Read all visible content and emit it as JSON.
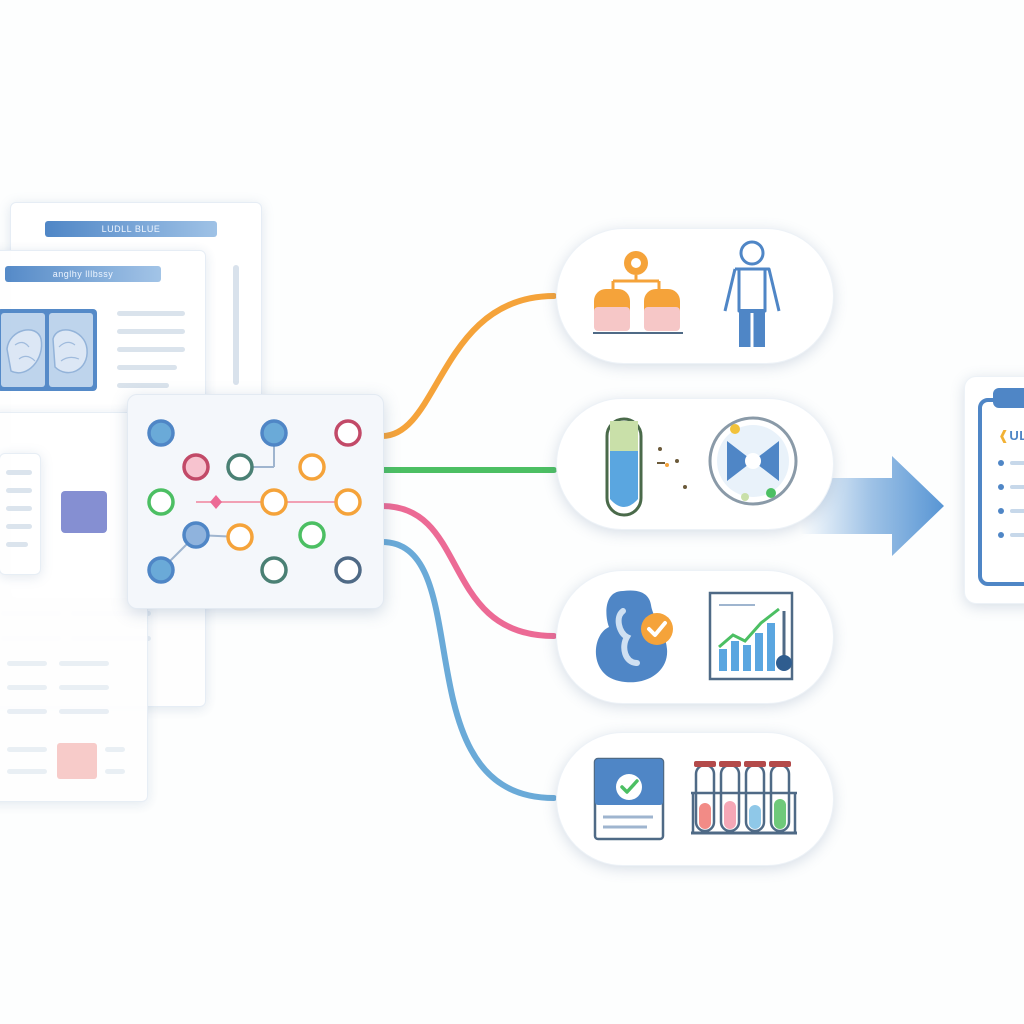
{
  "documents": {
    "back_header": "LUDLL BLUE",
    "front_header": "anglhy lllbssy"
  },
  "report": {
    "title_accent": "❰",
    "title_rest": "ULL"
  },
  "colors": {
    "orange": "#f5a33a",
    "green": "#4cbf63",
    "pink": "#ec6a95",
    "blue": "#6aaad8",
    "brand_blue": "#4f86c6",
    "arrow": "#4f90d2"
  },
  "icons": [
    "brain-scan-icon",
    "network-graph-icon",
    "family-pedigree-icon",
    "human-figure-icon",
    "test-tube-icon",
    "dna-globe-icon",
    "organ-check-icon",
    "growth-chart-icon",
    "checked-clipboard-icon",
    "test-tubes-rack-icon",
    "arrow-right-icon",
    "report-clipboard-icon"
  ]
}
